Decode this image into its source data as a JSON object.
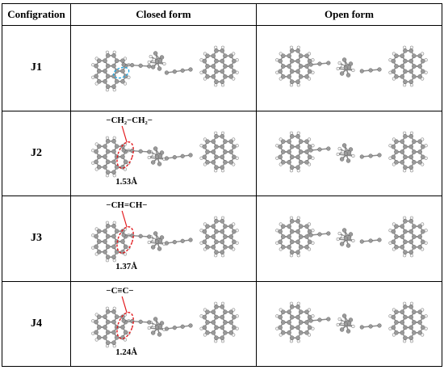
{
  "table": {
    "headers": [
      "Configration",
      "Closed form",
      "Open form"
    ],
    "rows": [
      {
        "label": "J1",
        "bridge_formula": "",
        "bond_length": "",
        "highlight_color": "#27a9e1"
      },
      {
        "label": "J2",
        "bridge_formula": "−CH₂−CH₂−",
        "bond_length": "1.53Å",
        "highlight_color": "#e3171b"
      },
      {
        "label": "J3",
        "bridge_formula": "−CH=CH−",
        "bond_length": "1.37Å",
        "highlight_color": "#e3171b"
      },
      {
        "label": "J4",
        "bridge_formula": "−C≡C−",
        "bond_length": "1.24Å",
        "highlight_color": "#e3171b"
      }
    ]
  },
  "colors": {
    "atom_carbon": "#9a9a9a",
    "atom_hydrogen": "#f2f2f2",
    "bond": "#8a8a8a",
    "border": "#000000"
  }
}
